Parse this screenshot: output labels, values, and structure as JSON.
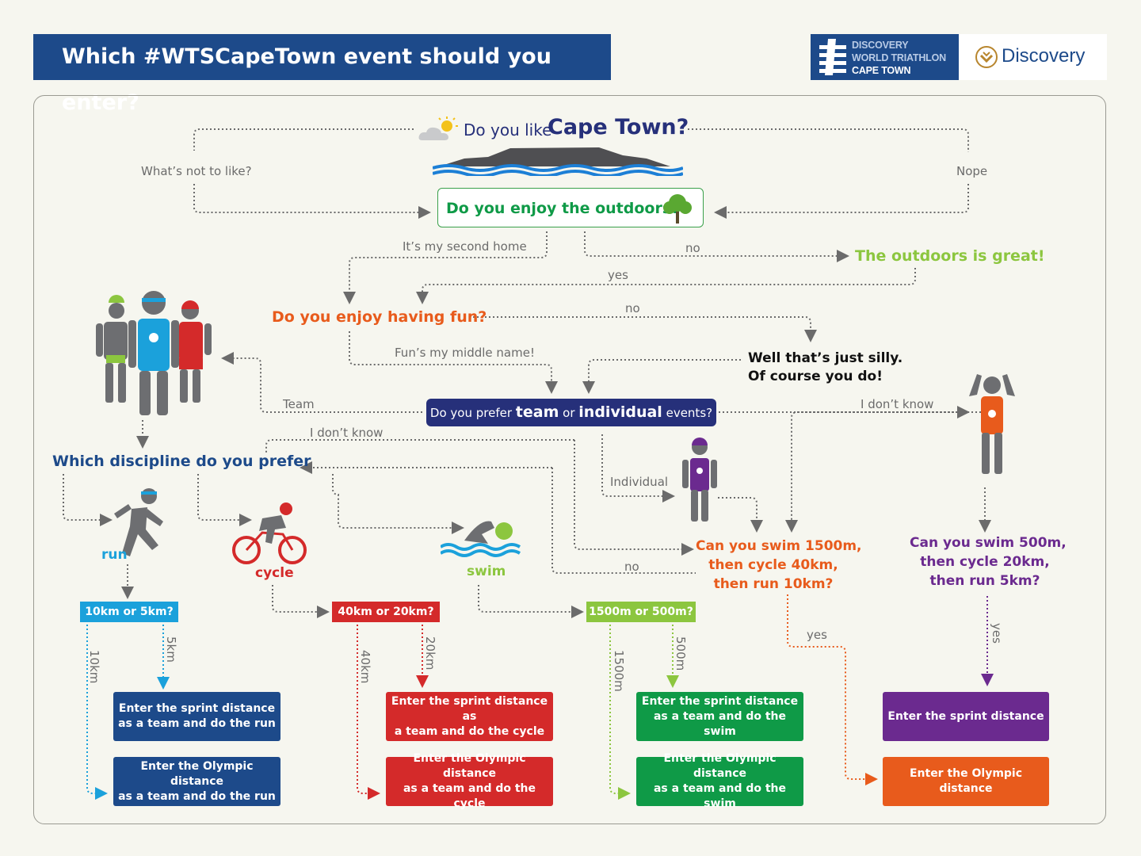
{
  "header": {
    "title": "Which #WTSCapeTown event should you enter?",
    "logo_lines": [
      "DISCOVERY",
      "WORLD TRIATHLON",
      "CAPE TOWN"
    ],
    "sponsor": "Discovery"
  },
  "colors": {
    "navy": "#1d4a8a",
    "green": "#0f9a47",
    "lime": "#8cc63f",
    "orange": "#e85b1c",
    "red": "#d42a2a",
    "purple": "#6b2a8f",
    "blue": "#1ba1db",
    "indigo": "#26307a",
    "gray": "#6b6b6b"
  },
  "flow": {
    "q1_pre": "Do you like",
    "q1_main": "Cape Town?",
    "q1_left": "What’s not to like?",
    "q1_right": "Nope",
    "q2": "Do you enjoy the outdoors?",
    "q2_yes": "It’s my second home",
    "q2_no": "no",
    "outdoors_great": "The outdoors is great!",
    "outdoors_yes": "yes",
    "q3": "Do you enjoy having fun?",
    "q3_no": "no",
    "q3_yes": "Fun’s my middle name!",
    "silly_1": "Well that’s just silly.",
    "silly_2": "Of course you do!",
    "q4_a": "Do you prefer",
    "q4_b": "team",
    "q4_c": "or",
    "q4_d": "individual",
    "q4_e": "events?",
    "q4_team": "Team",
    "q4_dontknow": "I don’t know",
    "q4_individual": "Individual",
    "dontknow2": "I don’t know",
    "discipline": "Which discipline do you prefer",
    "run": "run",
    "cycle": "cycle",
    "swim": "swim",
    "olympic_q": [
      "Can you swim 1500m,",
      "then cycle 40km,",
      "then run 10km?"
    ],
    "olympic_no": "no",
    "olympic_yes": "yes",
    "sprint_q": [
      "Can you swim 500m,",
      "then cycle 20km,",
      "then run 5km?"
    ],
    "sprint_yes": "yes"
  },
  "tags": {
    "run": "10km or 5km?",
    "cycle": "40km or 20km?",
    "swim": "1500m or 500m?"
  },
  "branches": {
    "run_10": "10km",
    "run_5": "5km",
    "cycle_40": "40km",
    "cycle_20": "20km",
    "swim_1500": "1500m",
    "swim_500": "500m"
  },
  "outcomes": {
    "run_sprint": [
      "Enter the sprint distance",
      "as a team and do the run"
    ],
    "run_olympic": [
      "Enter the Olympic distance",
      "as a team and do the run"
    ],
    "cycle_sprint": [
      "Enter the sprint distance as",
      "a team and do the cycle"
    ],
    "cycle_olympic": [
      "Enter the Olympic distance",
      "as a team and do the cycle"
    ],
    "swim_sprint": [
      "Enter the sprint distance",
      "as a team and do the swim"
    ],
    "swim_olympic": [
      "Enter the Olympic distance",
      "as a team and do the swim"
    ],
    "ind_sprint": "Enter the sprint distance",
    "ind_olympic": "Enter the Olympic distance"
  }
}
